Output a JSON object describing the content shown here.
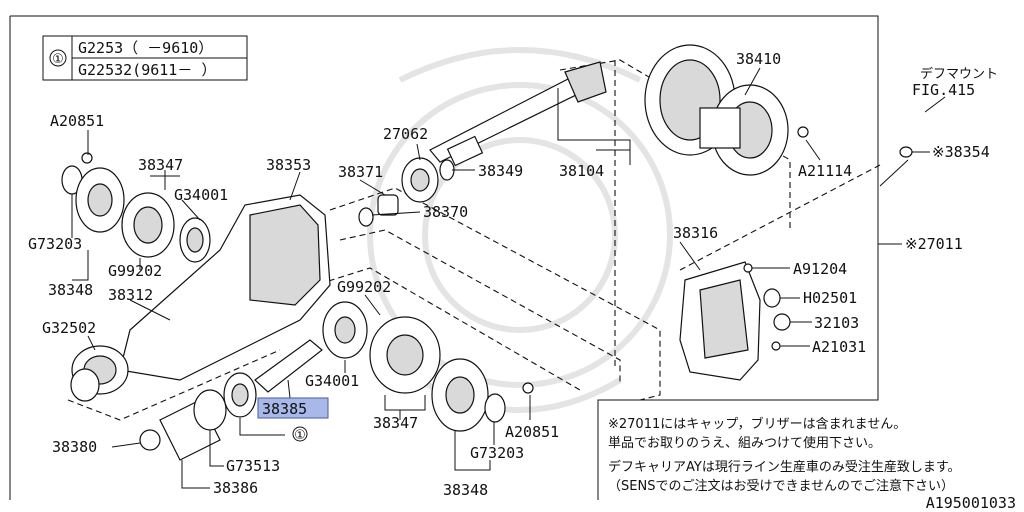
{
  "legend": {
    "marker": "①",
    "rows": [
      "G2253（ －9610）",
      "G22532(9611－ ）"
    ]
  },
  "labels": {
    "A20851_top": "A20851",
    "p38347_top": "38347",
    "G34001_top": "G34001",
    "p38353": "38353",
    "p38371": "38371",
    "p27062": "27062",
    "p38349": "38349",
    "p38104": "38104",
    "p38410": "38410",
    "A21114": "A21114",
    "p38370": "38370",
    "G73203_left": "G73203",
    "G99202_left": "G99202",
    "p38348_left": "38348",
    "p38312": "38312",
    "G32502": "G32502",
    "G99202_mid": "G99202",
    "G34001_mid": "G34001",
    "p38385": "38385",
    "p38347_mid": "38347",
    "p38380": "38380",
    "G73513": "G73513",
    "p38386": "38386",
    "A20851_bot": "A20851",
    "G73203_bot": "G73203",
    "p38348_bot": "38348",
    "p38316": "38316",
    "A91204": "A91204",
    "H02501": "H02501",
    "p32103": "32103",
    "A21031": "A21031",
    "p27011": "※27011",
    "p38354": "※38354",
    "fig_ref_top": "デフマウント",
    "fig_ref": "FIG.415",
    "circ1": "①"
  },
  "notes": [
    "※27011にはキャップ，ブリザーは含まれません。",
    "単品でお取りのうえ、組みつけて使用下さい。",
    "デフキャリアAYは現行ライン生産車のみ受注生産致します。",
    "（SENSでのご注文はお受けできませんのでご注意下さい）"
  ],
  "diagram_id": "A195001033",
  "colors": {
    "highlight": "#a8b8e8",
    "ink": "#111111"
  }
}
